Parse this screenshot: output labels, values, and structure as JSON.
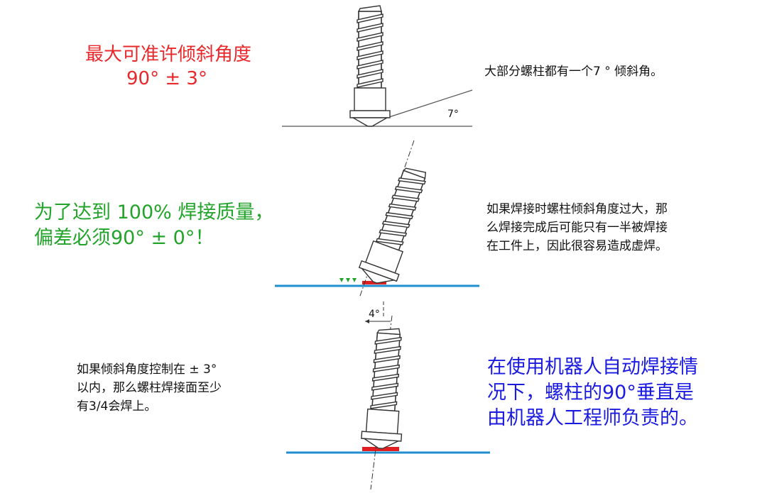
{
  "section1": {
    "title_line1": "最大可准许倾斜角度",
    "title_line2": "90° ± 3°",
    "note": "大部分螺柱都有一个7 ° 倾斜角。",
    "angle_label": "7°"
  },
  "section2": {
    "title_line1": "为了达到 100% 焊接质量，",
    "title_line2": "偏差必须90° ± 0°！",
    "note_line1": "如果焊接时螺柱倾斜角度过大，那",
    "note_line2": "么焊接完成后可能只有一半被焊接",
    "note_line3": "在工件上，因此很容易造成虚焊。"
  },
  "section3": {
    "note_line1": "如果倾斜角度控制在 ± 3°",
    "note_line2": "以内，那么螺柱焊接面至少",
    "note_line3": "有3/4会焊上。",
    "angle_label": "4°",
    "title_line1": "在使用机器人自动焊接情",
    "title_line2": "况下，螺柱的90°垂直是",
    "title_line3": "由机器人工程师负责的。"
  },
  "colors": {
    "red": "#e8282b",
    "green": "#22a32a",
    "blue": "#1a1ae0",
    "surface": "#1f8fd0",
    "weld": "#e02020"
  }
}
